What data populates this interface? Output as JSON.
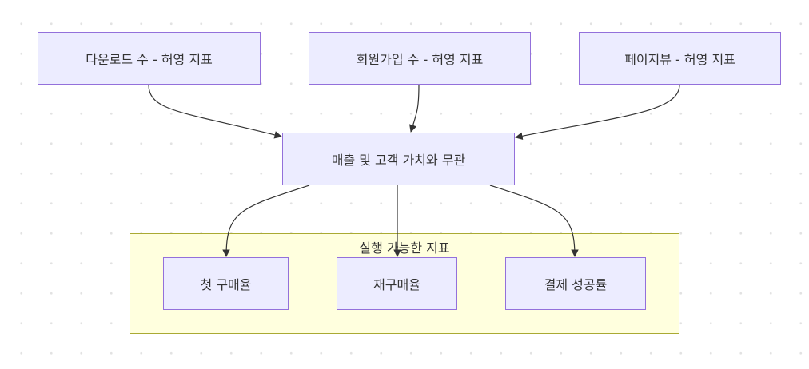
{
  "nodes": {
    "downloads": "다운로드 수 - 허영 지표",
    "signups": "회원가입 수 - 허영 지표",
    "pageviews": "페이지뷰 - 허영 지표",
    "unrelated": "매출 및 고객 가치와 무관",
    "first_purchase": "첫 구매율",
    "repurchase": "재구매율",
    "payment_success": "결제 성공률"
  },
  "subgraph": {
    "title": "실행 가능한 지표"
  },
  "colors": {
    "node_fill": "#ececff",
    "node_border": "#9370db",
    "cluster_fill": "#ffffde",
    "cluster_border": "#aaaa33",
    "edge": "#333333"
  }
}
